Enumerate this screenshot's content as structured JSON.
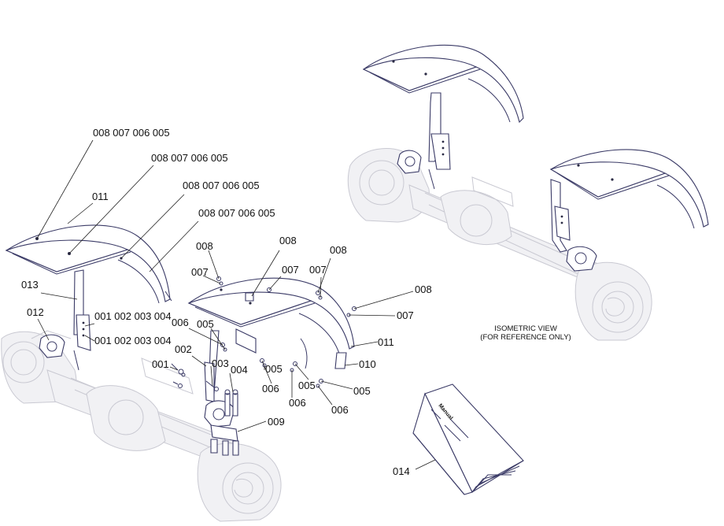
{
  "callouts": [
    {
      "id": "c1",
      "text": "008 007 006 005"
    },
    {
      "id": "c2",
      "text": "008 007 006 005"
    },
    {
      "id": "c3",
      "text": "008 007 006 005"
    },
    {
      "id": "c4",
      "text": "008 007 006 005"
    },
    {
      "id": "c5",
      "text": "011"
    },
    {
      "id": "c6",
      "text": "013"
    },
    {
      "id": "c7",
      "text": "012"
    },
    {
      "id": "c8",
      "text": "001 002 003 004"
    },
    {
      "id": "c9",
      "text": "001 002 003 004"
    },
    {
      "id": "c10",
      "text": "008"
    },
    {
      "id": "c11",
      "text": "007"
    },
    {
      "id": "c12",
      "text": "008"
    },
    {
      "id": "c13",
      "text": "007"
    },
    {
      "id": "c14",
      "text": "008"
    },
    {
      "id": "c15",
      "text": "007"
    },
    {
      "id": "c16",
      "text": "008"
    },
    {
      "id": "c17",
      "text": "007"
    },
    {
      "id": "c18",
      "text": "006"
    },
    {
      "id": "c19",
      "text": "005"
    },
    {
      "id": "c20",
      "text": "002"
    },
    {
      "id": "c21",
      "text": "001"
    },
    {
      "id": "c22",
      "text": "003"
    },
    {
      "id": "c23",
      "text": "004"
    },
    {
      "id": "c24",
      "text": "005"
    },
    {
      "id": "c25",
      "text": "006"
    },
    {
      "id": "c26",
      "text": "006"
    },
    {
      "id": "c27",
      "text": "005"
    },
    {
      "id": "c28",
      "text": "005"
    },
    {
      "id": "c29",
      "text": "006"
    },
    {
      "id": "c30",
      "text": "011"
    },
    {
      "id": "c31",
      "text": "010"
    },
    {
      "id": "c32",
      "text": "009"
    },
    {
      "id": "c33",
      "text": "014"
    }
  ],
  "isometric_note": {
    "line1": "ISOMETRIC VIEW",
    "line2": "(FOR REFERENCE ONLY)"
  },
  "manual_cover_text": "Manual",
  "colors": {
    "line": "#3a3a66",
    "ghost": "#c9c9d2",
    "text": "#111111"
  }
}
